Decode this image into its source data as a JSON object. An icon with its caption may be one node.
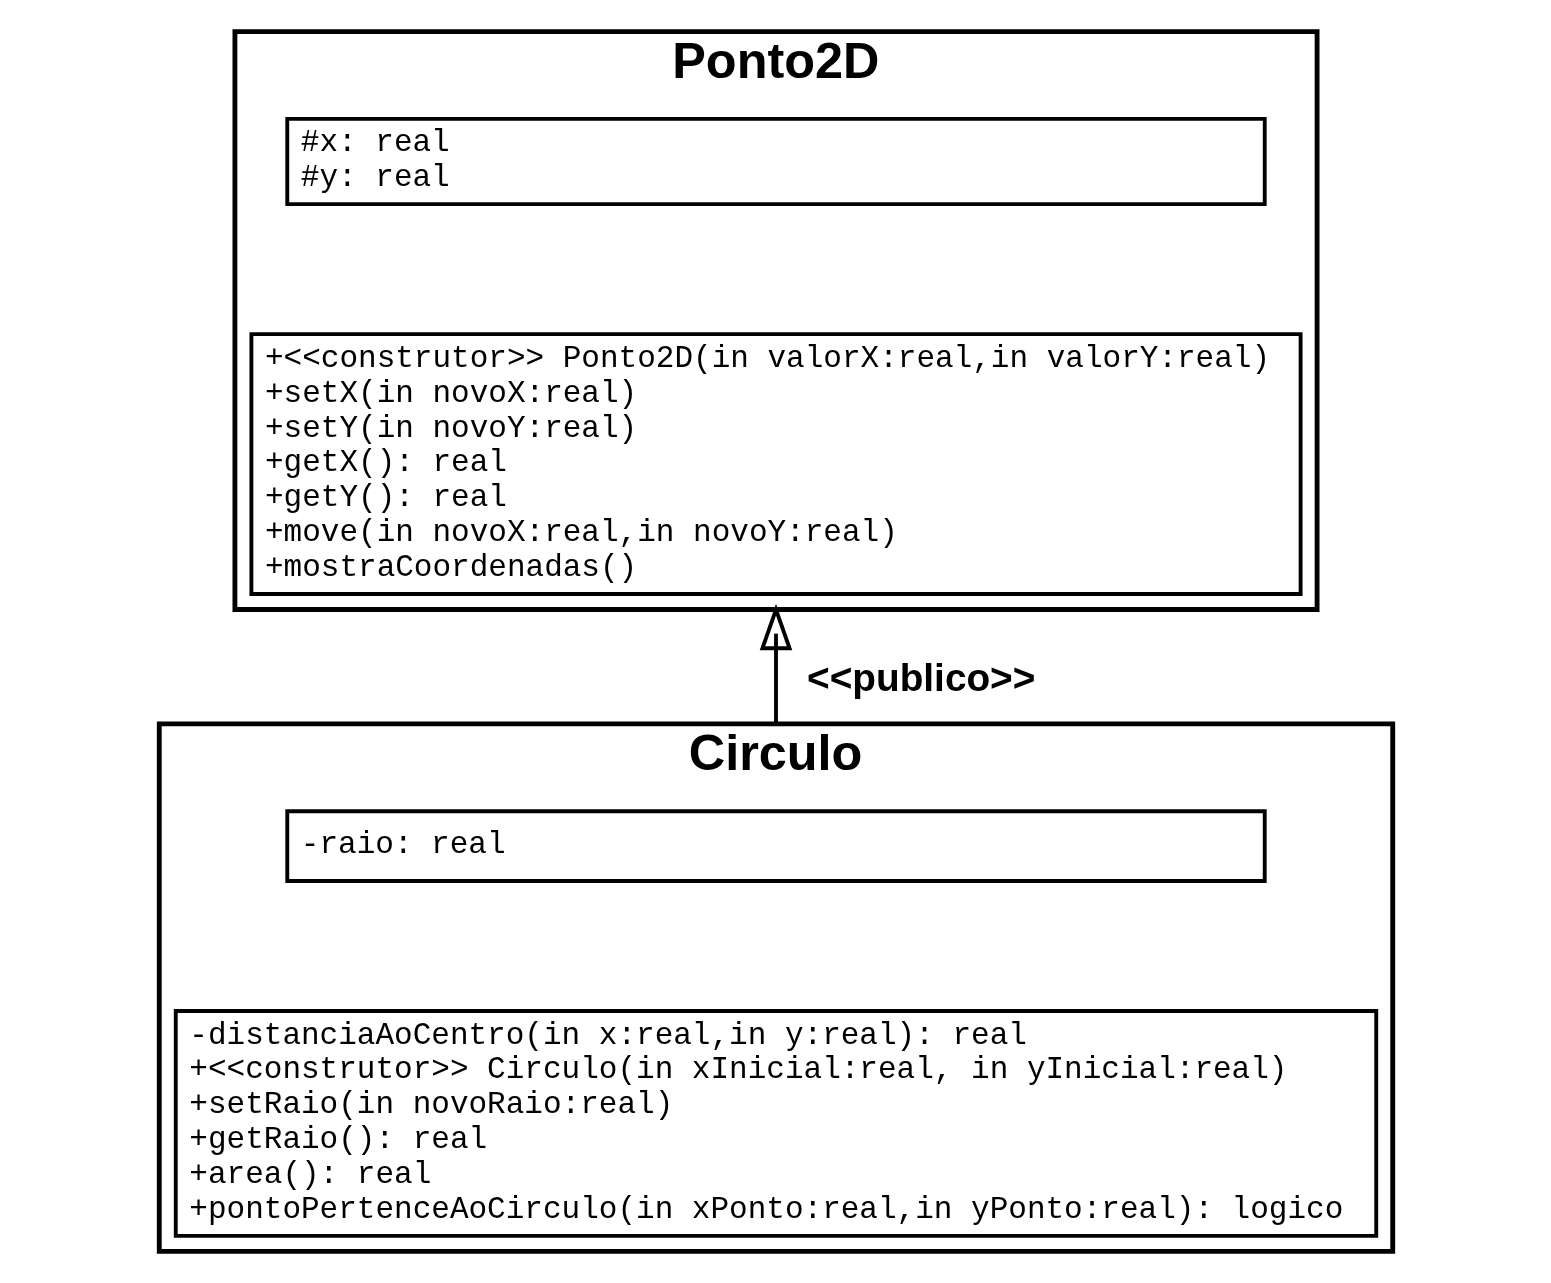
{
  "diagram": {
    "nodes": [
      {
        "text": [
          "Ponto2D"
        ]
      },
      {
        "text": [
          "#x: real",
          "#y: real"
        ],
        "in": 0
      },
      {
        "text": [
          "+<<construtor>> Ponto2D(in valorX:real,in valorY:real)",
          "+setX(in novoX:real)",
          "+setY(in novoY:real)",
          "+getX(): real",
          "+getY(): real",
          "+move(in novoX:real,in novoY:real)",
          "+mostraCoordenadas()"
        ],
        "in": 0
      },
      {
        "text": [
          "Circulo"
        ]
      },
      {
        "text": [
          "-raio: real"
        ],
        "in": 3
      },
      {
        "text": [
          "-distanciaAoCentro(in x:real,in y:real): real",
          "+<<construtor>> Circulo(in xInicial:real, in yInicial:real)",
          "+setRaio(in novoRaio:real)",
          "+getRaio(): real",
          "+area(): real",
          "+pontoPertenceAoCirculo(in xPonto:real,in yPonto:real): logico"
        ],
        "in": 3
      }
    ],
    "edges": [
      {
        "from": 3,
        "to": 0,
        "arrow": "to",
        "label": "<<publico>>"
      }
    ]
  }
}
